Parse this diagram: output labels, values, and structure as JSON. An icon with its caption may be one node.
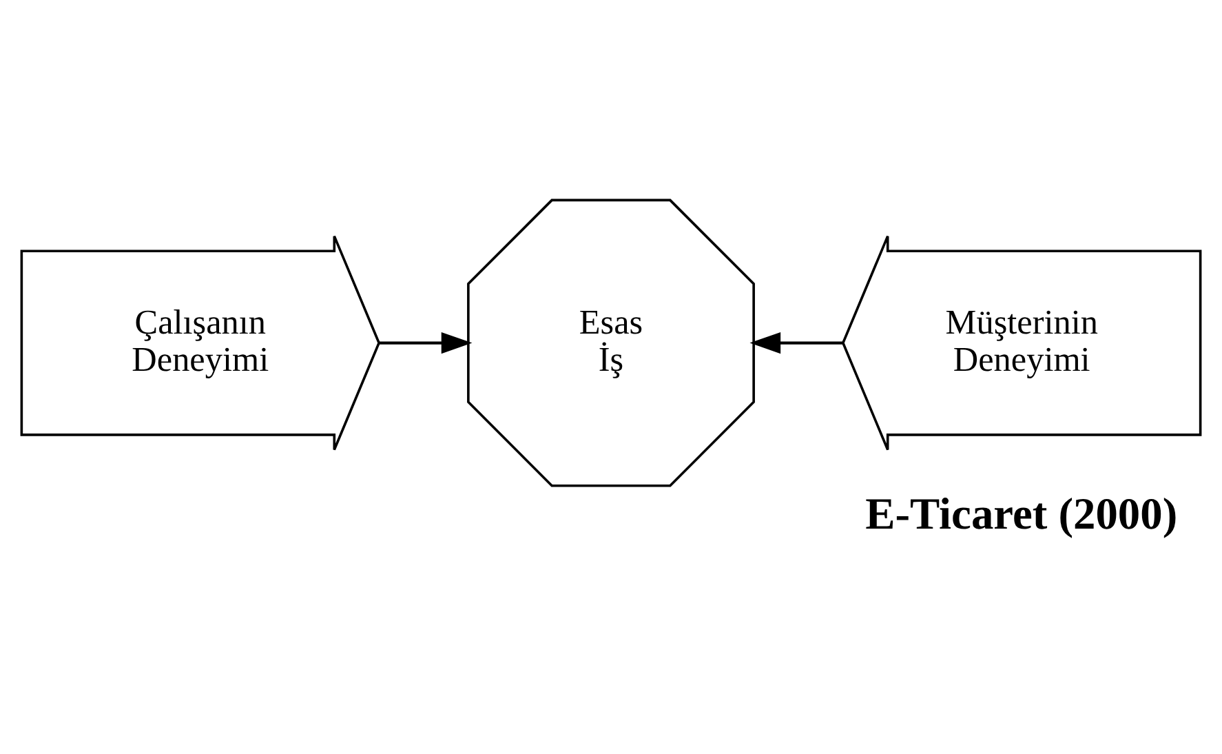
{
  "diagram": {
    "title": "E-Ticaret (2000)",
    "nodes": [
      {
        "text": [
          "Müşterinin Deneyimi"
        ]
      },
      {
        "text": [
          "Esas İş"
        ]
      },
      {
        "text": [
          "Çalışanın Deneyimi"
        ]
      }
    ],
    "edges": [
      {
        "from": 2,
        "to": 1,
        "arrow": "to"
      },
      {
        "from": 0,
        "to": 1,
        "arrow": "to"
      }
    ]
  }
}
